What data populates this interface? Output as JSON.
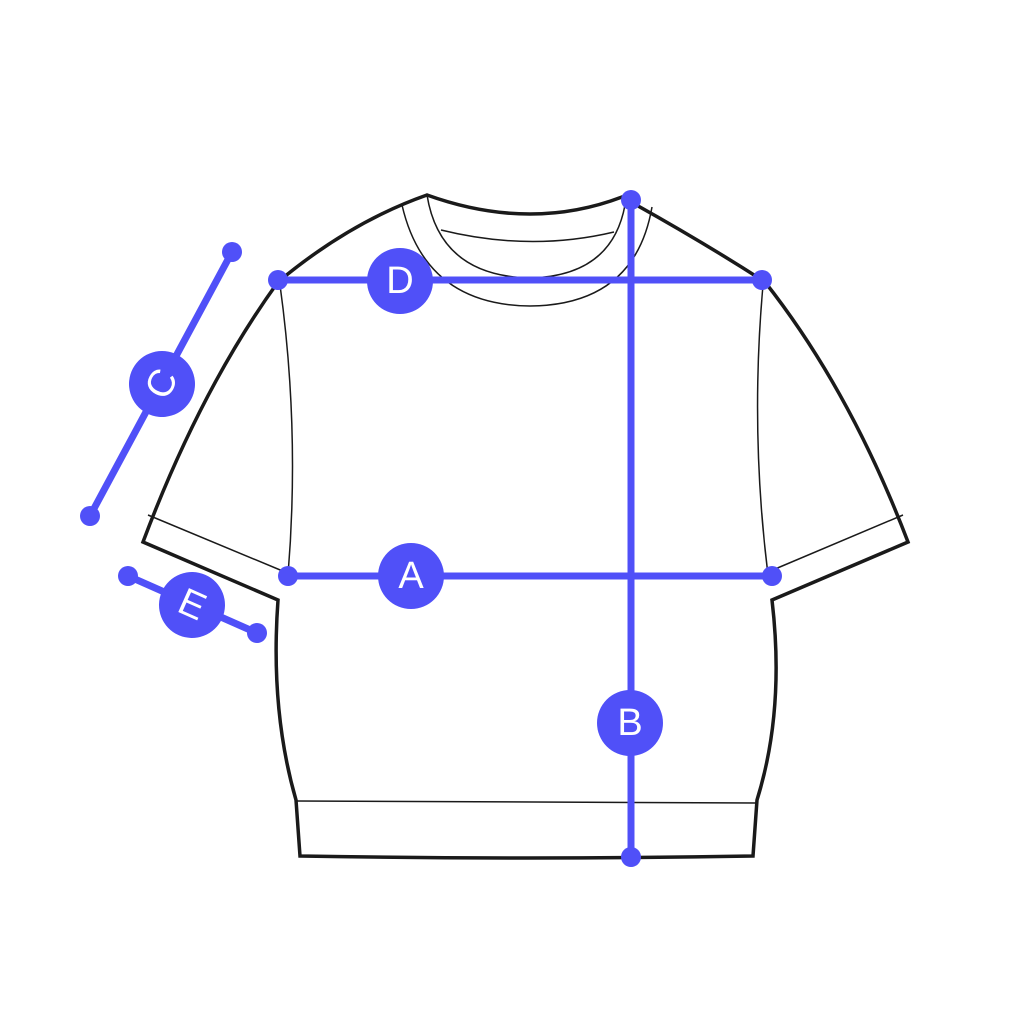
{
  "colors": {
    "accent": "#5050F8",
    "outline": "#1a1a1a"
  },
  "measurements": [
    {
      "id": "A",
      "label": "A"
    },
    {
      "id": "B",
      "label": "B"
    },
    {
      "id": "C",
      "label": "C"
    },
    {
      "id": "D",
      "label": "D"
    },
    {
      "id": "E",
      "label": "E"
    }
  ]
}
